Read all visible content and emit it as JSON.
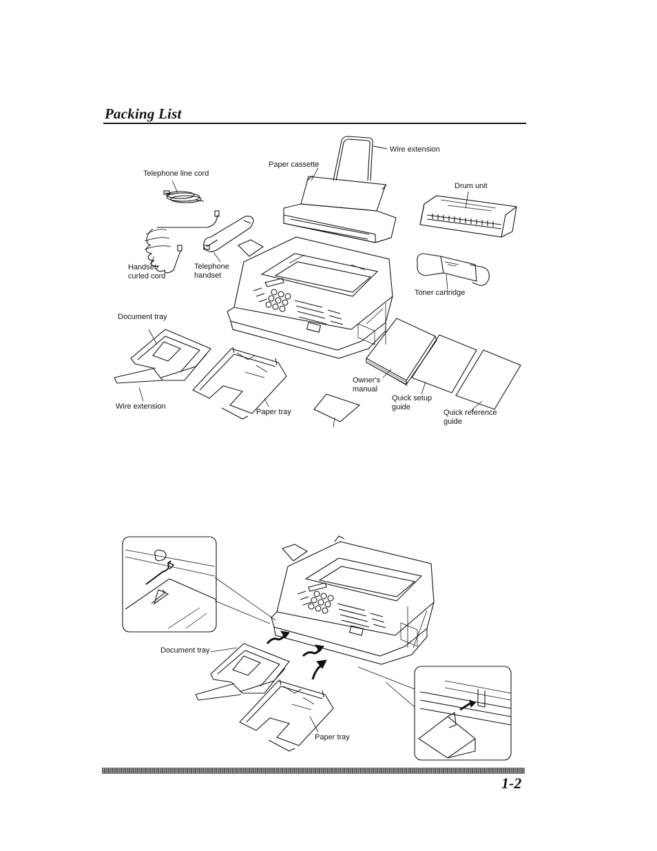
{
  "header": {
    "title": "Packing List"
  },
  "figure1": {
    "labels": {
      "wire_extension_top": "Wire extension",
      "paper_cassette": "Paper cassette",
      "telephone_line_cord": "Telephone line cord",
      "drum_unit": "Drum unit",
      "handset_curled_cord_1": "Handset",
      "handset_curled_cord_2": "curled cord",
      "telephone_handset_1": "Telephone",
      "telephone_handset_2": "handset",
      "toner_cartridge": "Toner cartridge",
      "document_tray": "Document tray",
      "owners_manual_1": "Owner's",
      "owners_manual_2": "manual",
      "quick_setup_guide_1": "Quick setup",
      "quick_setup_guide_2": "guide",
      "quick_reference_guide_1": "Quick reference",
      "quick_reference_guide_2": "guide",
      "wire_extension_bottom": "Wire extension",
      "paper_tray": "Paper tray"
    }
  },
  "figure2": {
    "labels": {
      "document_tray": "Document tray",
      "paper_tray": "Paper tray"
    }
  },
  "footer": {
    "page_number": "1-2"
  }
}
